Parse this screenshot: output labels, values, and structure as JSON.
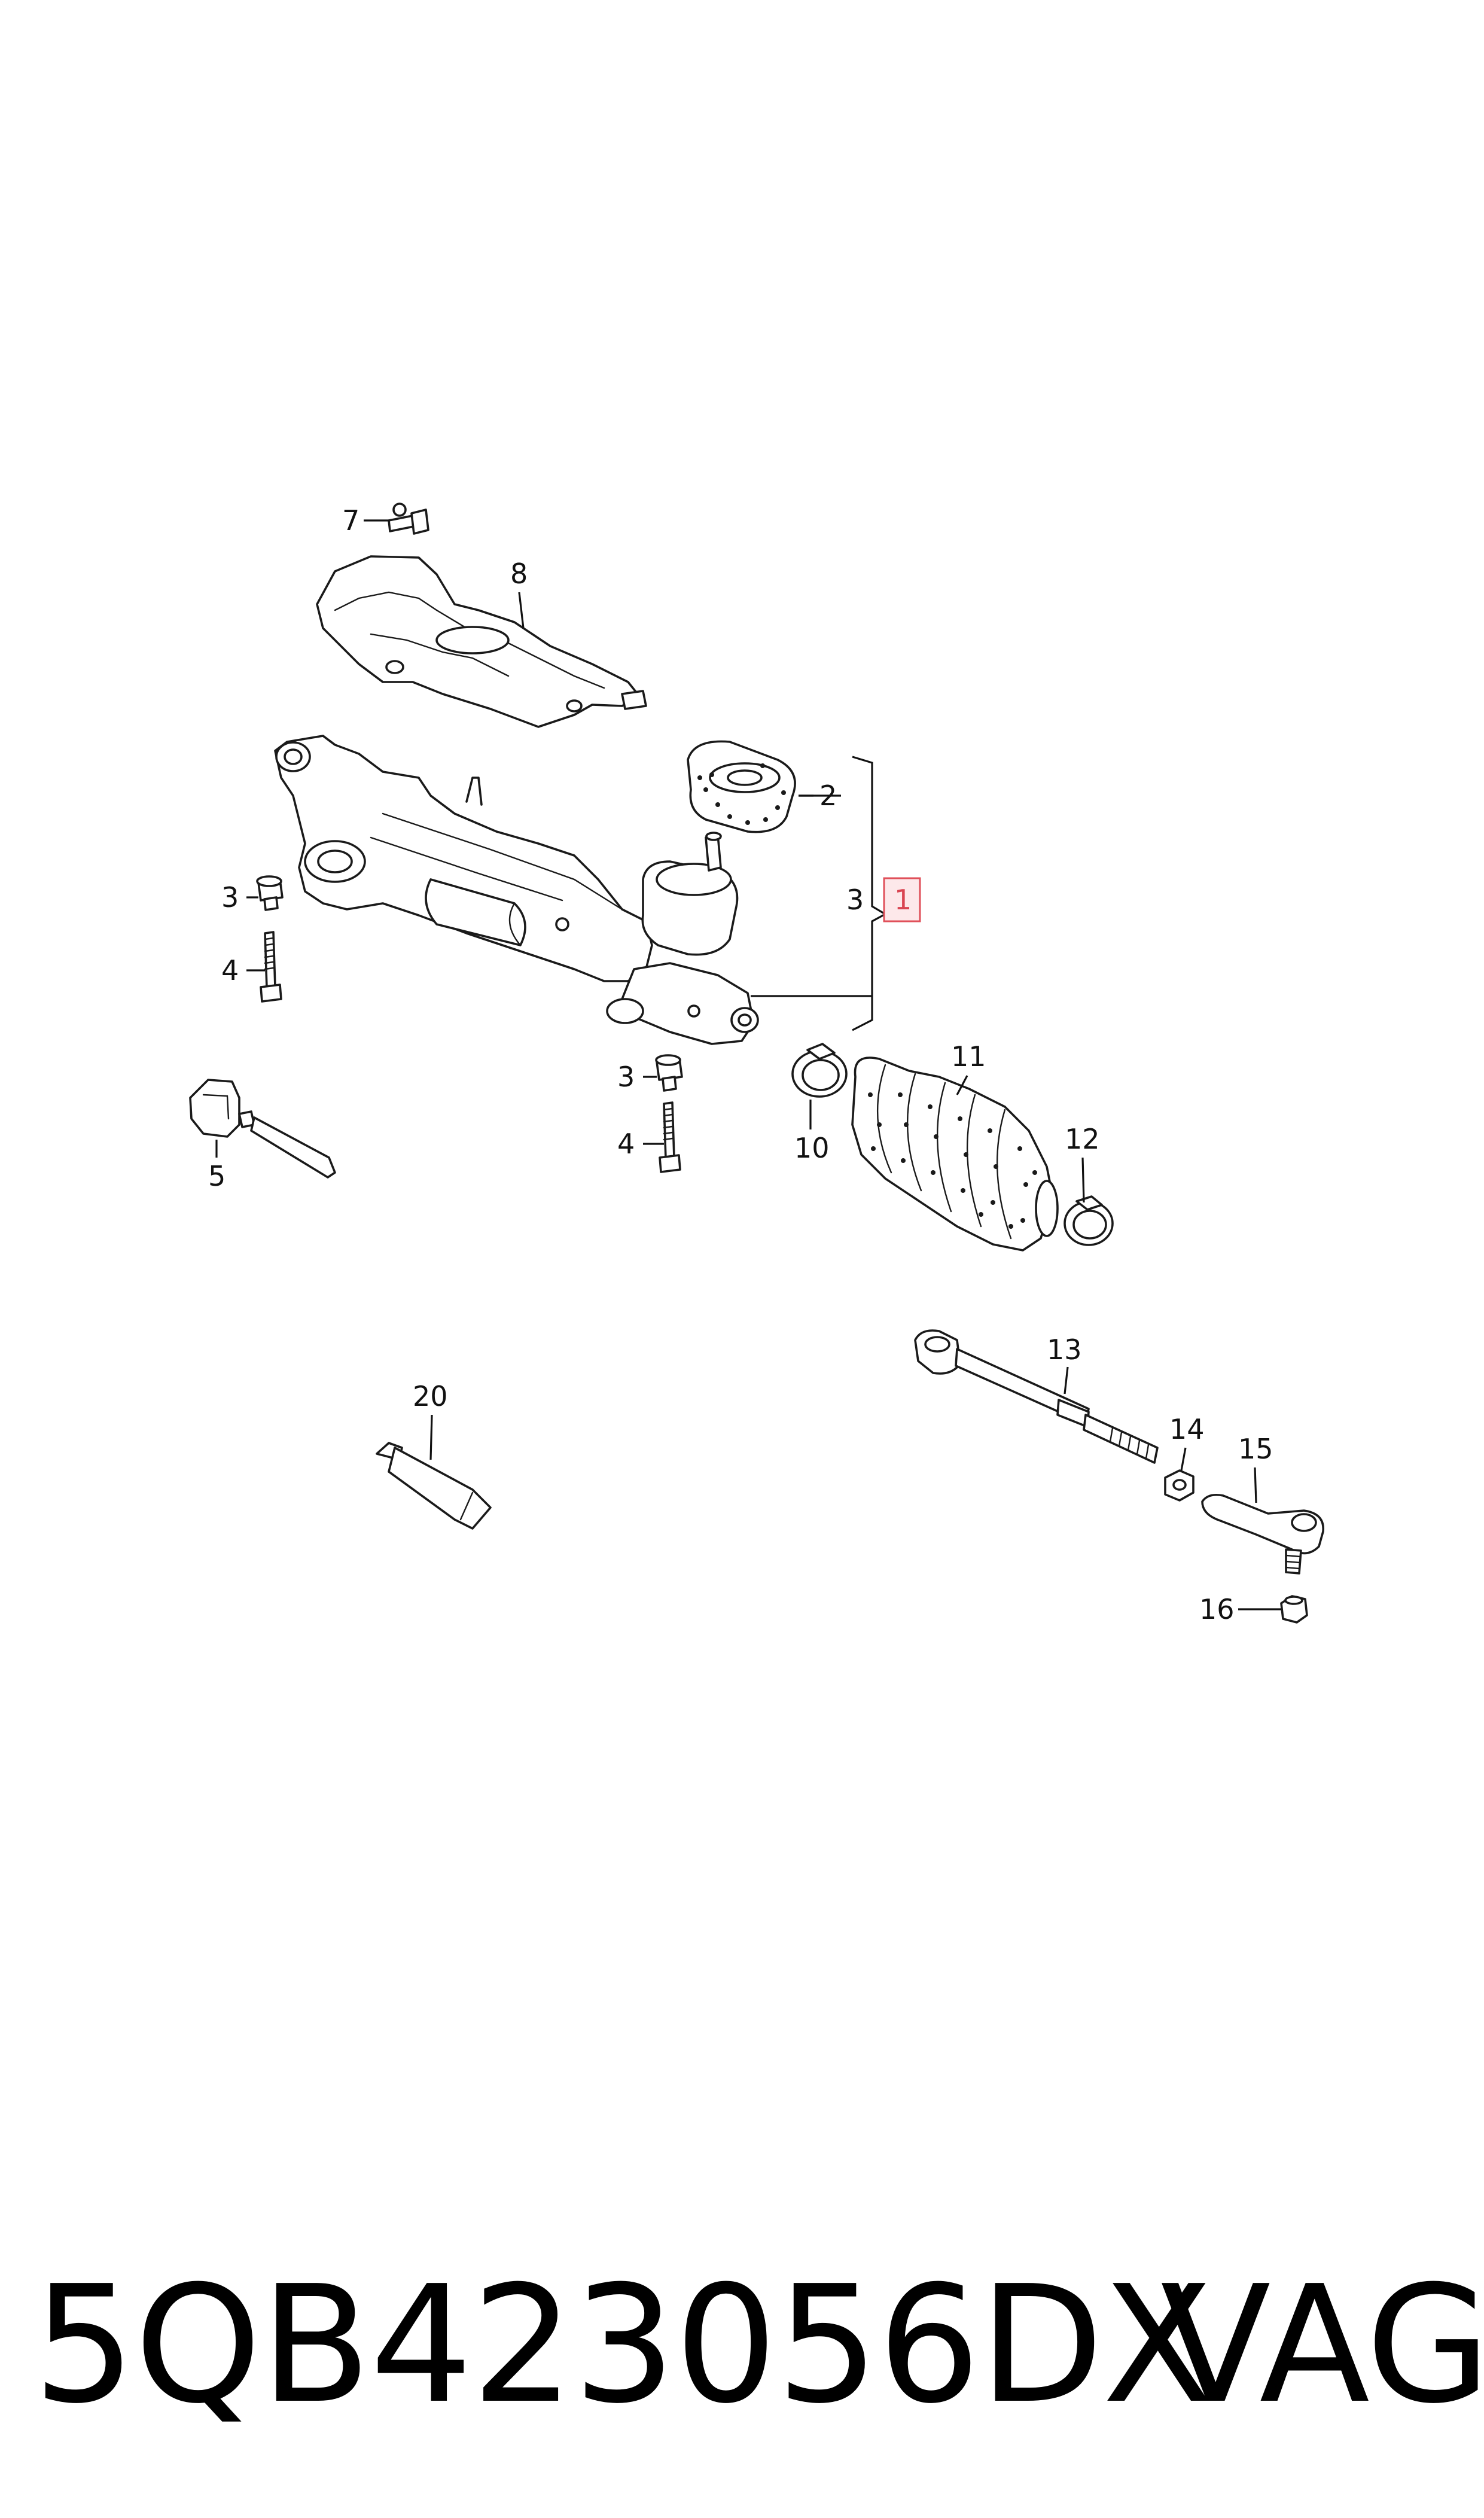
{
  "callouts": {
    "c1": "1",
    "c2": "2",
    "c3a": "3",
    "c3b": "3",
    "c3c": "3",
    "c4a": "4",
    "c4b": "4",
    "c5": "5",
    "c7": "7",
    "c8": "8",
    "c10": "10",
    "c11": "11",
    "c12": "12",
    "c13": "13",
    "c14": "14",
    "c15": "15",
    "c16": "16",
    "c20": "20"
  },
  "highlight_color": "#e0505a",
  "footer": {
    "part_number": "5QB423056DX",
    "brand": "VAG"
  }
}
